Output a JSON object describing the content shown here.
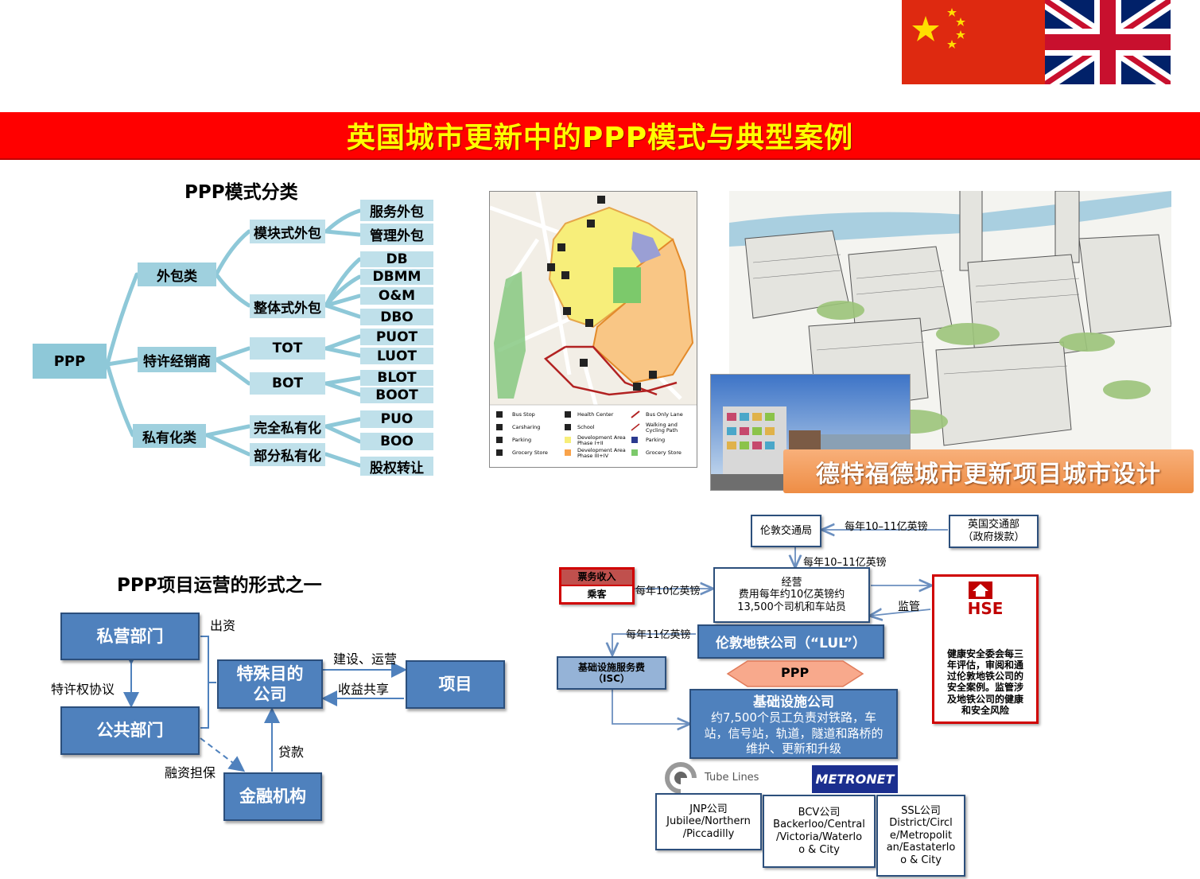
{
  "slide_title": "英国城市更新中的PPP模式与典型案例",
  "classification": {
    "title": "PPP模式分类",
    "root": "PPP",
    "level1": [
      "外包类",
      "特许经销商",
      "私有化类"
    ],
    "level2": [
      "模块式外包",
      "整体式外包",
      "TOT",
      "BOT",
      "完全私有化",
      "部分私有化"
    ],
    "level3": [
      "服务外包",
      "管理外包",
      "DB",
      "DBMM",
      "O&M",
      "DBO",
      "PUOT",
      "LUOT",
      "BLOT",
      "BOOT",
      "PUO",
      "BOO",
      "股权转让"
    ]
  },
  "operation": {
    "title": "PPP项目运营的形式之一",
    "private": "私营部门",
    "public": "公共部门",
    "spv": "特殊目的公司",
    "project": "项目",
    "finance": "金融机构",
    "labels": {
      "invest": "出资",
      "franchise": "特许权协议",
      "build": "建设、运营",
      "revenue": "收益共享",
      "loan": "贷款",
      "guarantee": "融资担保"
    }
  },
  "map": {
    "legend": [
      {
        "icon": "bus-stop",
        "label": "Bus Stop"
      },
      {
        "icon": "carsharing",
        "label": "Carsharing"
      },
      {
        "icon": "parking",
        "label": "Parking"
      },
      {
        "icon": "grocery",
        "label": "Grocery Store"
      },
      {
        "icon": "health",
        "label": "Health Center"
      },
      {
        "icon": "school",
        "label": "School"
      },
      {
        "icon": "dev1",
        "label": "Development Area Phase I+II"
      },
      {
        "icon": "dev2",
        "label": "Development Area Phase III+IV"
      },
      {
        "icon": "bus-lane",
        "label": "Bus Only Lane"
      },
      {
        "icon": "walk",
        "label": "Walking and Cycling Path"
      },
      {
        "icon": "parking-area",
        "label": "Parking"
      },
      {
        "icon": "grocery-area",
        "label": "Grocery Store"
      }
    ],
    "colors": {
      "dev1": "#f7ee7a",
      "dev2": "#f9c685",
      "parking": "#2b3a8f",
      "grocery": "#7cc96b",
      "bus": "#b22222"
    }
  },
  "caption": "德特福德城市更新项目城市设计",
  "lul": {
    "tfl": "伦敦交通局",
    "dft": [
      "英国交通部",
      "（政府拨款）"
    ],
    "funding1": "每年10–11亿英镑",
    "funding2": "每年10–11亿英镑",
    "fares": "票务收入",
    "passengers": "乘客",
    "fare_amount": "每年10亿英镑",
    "ops": [
      "经营",
      "费用每年约10亿英镑约",
      "13,500个司机和车站员"
    ],
    "supervise": "监管",
    "lul_company": "伦敦地铁公司（“LUL”）",
    "isc_amount": "每年11亿英镑",
    "isc": [
      "基础设施服务费",
      "（ISC）"
    ],
    "ppp": "PPP",
    "infra_title": "基础设施公司",
    "infra_desc": "约7,500个员工负责对铁路，车站，信号站，轨道，隧道和路桥的维护、更新和升级",
    "hse_logo": "HSE",
    "hse_desc": "健康安全委会每三年评估，审阅和通过伦敦地铁公司的安全案例。监管涉及地铁公司的健康和安全风险",
    "tube_lines": "Tube Lines",
    "metronet": "METRONET",
    "jnp": [
      "JNP公司",
      "Jubilee/Northern",
      "/Piccadilly"
    ],
    "bcv": [
      "BCV公司",
      "Backerloo/Central",
      "/Victoria/Waterlo",
      "o & City"
    ],
    "ssl": [
      "SSL公司",
      "District/Circl",
      "e/Metropolit",
      "an/Eastaterlo",
      "o & City"
    ]
  }
}
